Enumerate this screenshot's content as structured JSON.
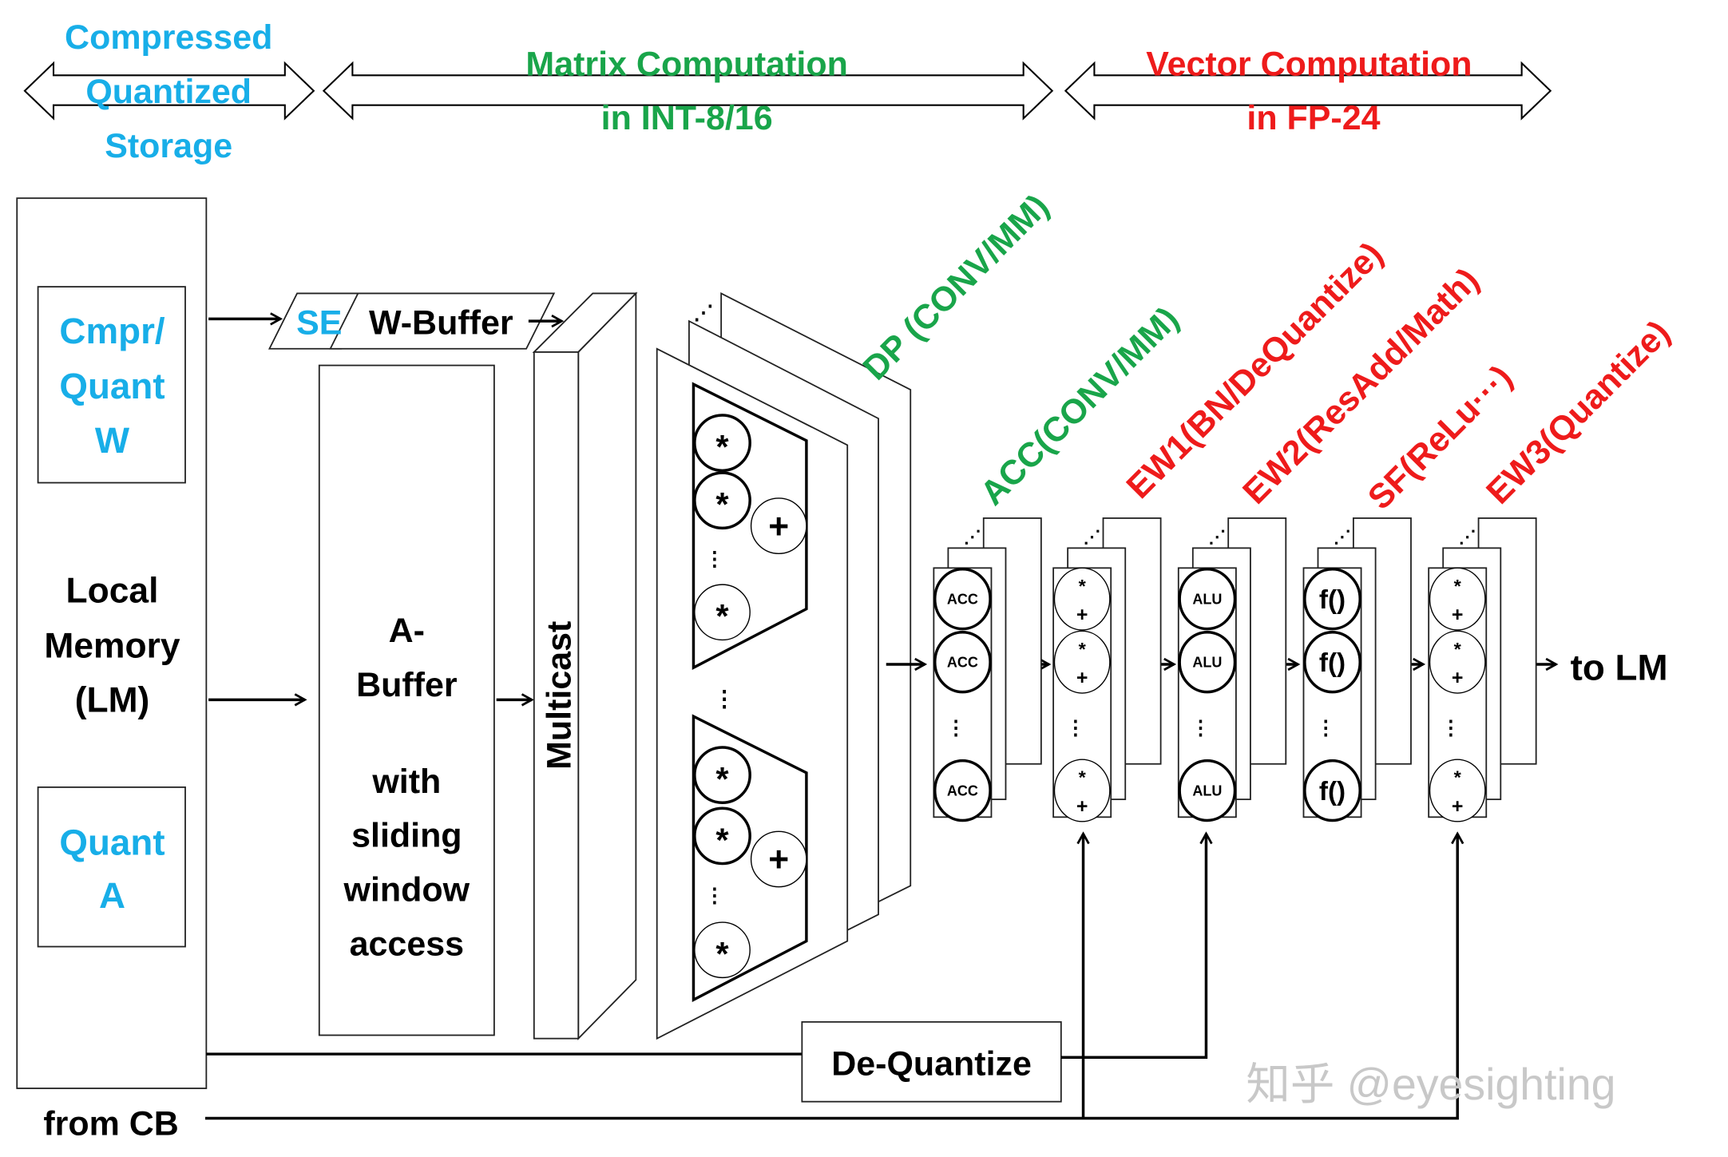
{
  "colors": {
    "storage": "#18aee8",
    "matrix": "#19a54a",
    "vector": "#ee1b1b",
    "watermark": "#c8c8c8"
  },
  "headers": {
    "storage": [
      "Compressed",
      "Quantized",
      "Storage"
    ],
    "matrix": [
      "Matrix Computation",
      "in INT-8/16"
    ],
    "vector": [
      "Vector Computation",
      "in FP-24"
    ]
  },
  "local_memory": {
    "cmpr": [
      "Cmpr/",
      "Quant",
      "W"
    ],
    "label": [
      "Local",
      "Memory",
      "(LM)"
    ],
    "quant_a": [
      "Quant",
      "A"
    ]
  },
  "w_buffer": {
    "se": "SE",
    "label": "W-Buffer"
  },
  "a_buffer": [
    "A-",
    "Buffer",
    "",
    "with",
    "sliding",
    "window",
    "access"
  ],
  "multicast": "Multicast",
  "pe": {
    "mul": "*",
    "add": "+",
    "dots": "⋮",
    "ellipsis": "⋰"
  },
  "stages": [
    {
      "label": "DP (CONV/MM)",
      "color": "matrix"
    },
    {
      "label": "ACC(CONV/MM)",
      "color": "matrix",
      "unit": "ACC",
      "kind": "unit"
    },
    {
      "label": "EW1(BN/DeQuantize)",
      "color": "vector",
      "kind": "muladd"
    },
    {
      "label": "EW2(ResAdd/Math)",
      "color": "vector",
      "unit": "ALU",
      "kind": "unit"
    },
    {
      "label": "SF(ReLu···)",
      "color": "vector",
      "unit": "f()",
      "kind": "unit"
    },
    {
      "label": "EW3(Quantize)",
      "color": "vector",
      "kind": "muladd"
    }
  ],
  "to_lm": "to LM",
  "dequantize": "De-Quantize",
  "from_cb": "from CB",
  "watermark": "知乎 @eyesighting"
}
